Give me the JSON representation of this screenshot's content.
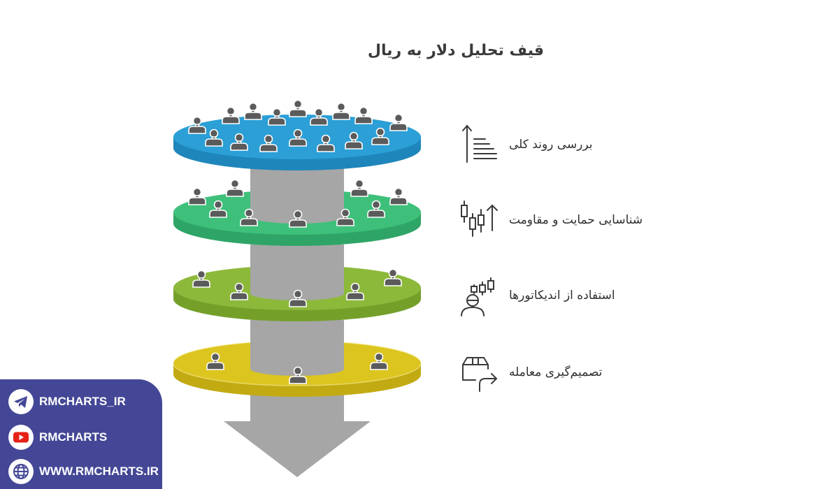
{
  "title": "قیف تحلیل دلار به ریال",
  "colors": {
    "level_1": "#2b9fd6",
    "level_2": "#3ec07a",
    "level_3": "#8cb93a",
    "level_4": "#dcc51f",
    "funnel_gray": "#a6a6a6",
    "person": "#5b5b5b",
    "social_bg": "#444796"
  },
  "stages": [
    {
      "label": "بررسی روند کلی",
      "icon": "trend-up-list-icon"
    },
    {
      "label": "شناسایی حمایت و مقاومت",
      "icon": "candlestick-arrow-icon"
    },
    {
      "label": "استفاده از اندیکاتورها",
      "icon": "analyst-candles-icon"
    },
    {
      "label": "تصمیم‌گیری معامله",
      "icon": "box-arrow-icon"
    }
  ],
  "social": [
    {
      "label": "RMCHARTS_IR",
      "icon": "telegram-icon"
    },
    {
      "label": "RMCHARTS",
      "icon": "youtube-icon"
    },
    {
      "label": "WWW.RMCHARTS.IR",
      "icon": "globe-icon"
    }
  ]
}
